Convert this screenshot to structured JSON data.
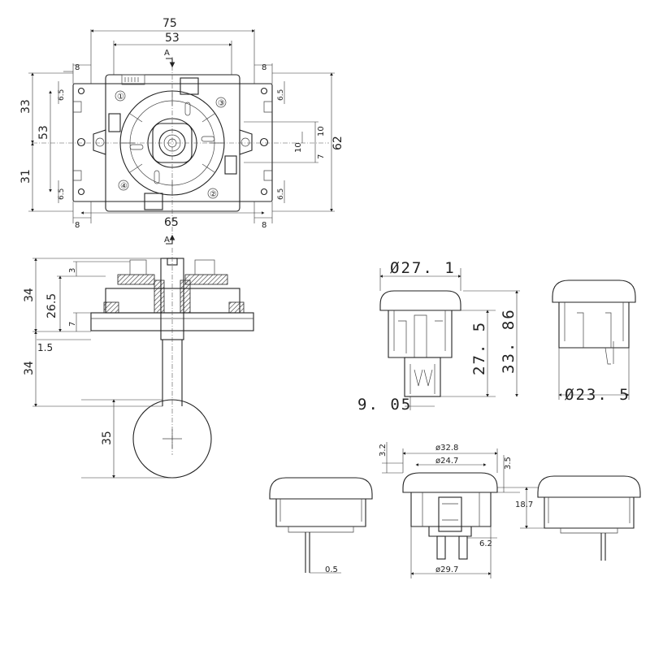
{
  "joystick_top": {
    "width_total": "75",
    "width_inner": "53",
    "offset_left": "8",
    "offset_right": "8",
    "offset_left_bottom": "8",
    "offset_right_bottom": "8",
    "mount_spacing": "65",
    "height_upper": "33",
    "height_inner": "53",
    "height_lower": "31",
    "height_total": "62",
    "small_65_tl": "6.5",
    "small_65_tr": "6.5",
    "small_65_bl": "6.5",
    "small_65_br": "6.5",
    "gap_10a": "10",
    "gap_10b": "10",
    "gap_7": "7",
    "section_top": "A",
    "section_bottom": "A",
    "pos1": "①",
    "pos2": "②",
    "pos3": "③",
    "pos4": "④"
  },
  "joystick_side": {
    "d3": "3",
    "d34_top": "34",
    "d26_5": "26.5",
    "d7": "7",
    "d1_5": "1.5",
    "d34_shaft": "34",
    "d35_ball": "35"
  },
  "button_30": {
    "diameter_top": "Ø27. 1",
    "height_body": "27. 5",
    "height_total": "33. 86",
    "terminal_offset": "9. 05",
    "diameter_body": "Ø23. 5"
  },
  "button_bottom": {
    "cap_h": "3.2",
    "d_cap": "ø32.8",
    "d_inner": "ø24.7",
    "rim_h": "3.5",
    "height": "18.7",
    "terminal_w": "6.2",
    "pin": "0.5",
    "d_body": "ø29.7"
  }
}
